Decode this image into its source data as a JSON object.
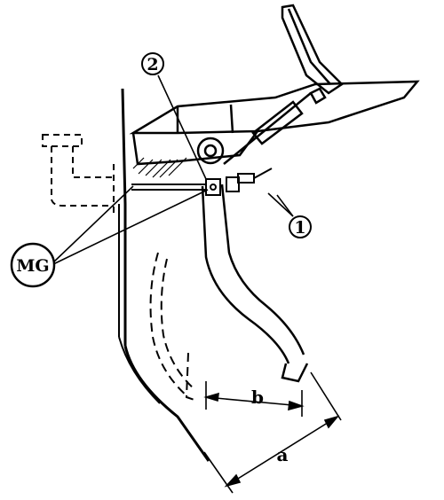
{
  "diagram": {
    "callouts": {
      "item_1": "1",
      "item_2": "2",
      "mg": "MG"
    },
    "dimensions": {
      "a": "a",
      "b": "b"
    }
  }
}
